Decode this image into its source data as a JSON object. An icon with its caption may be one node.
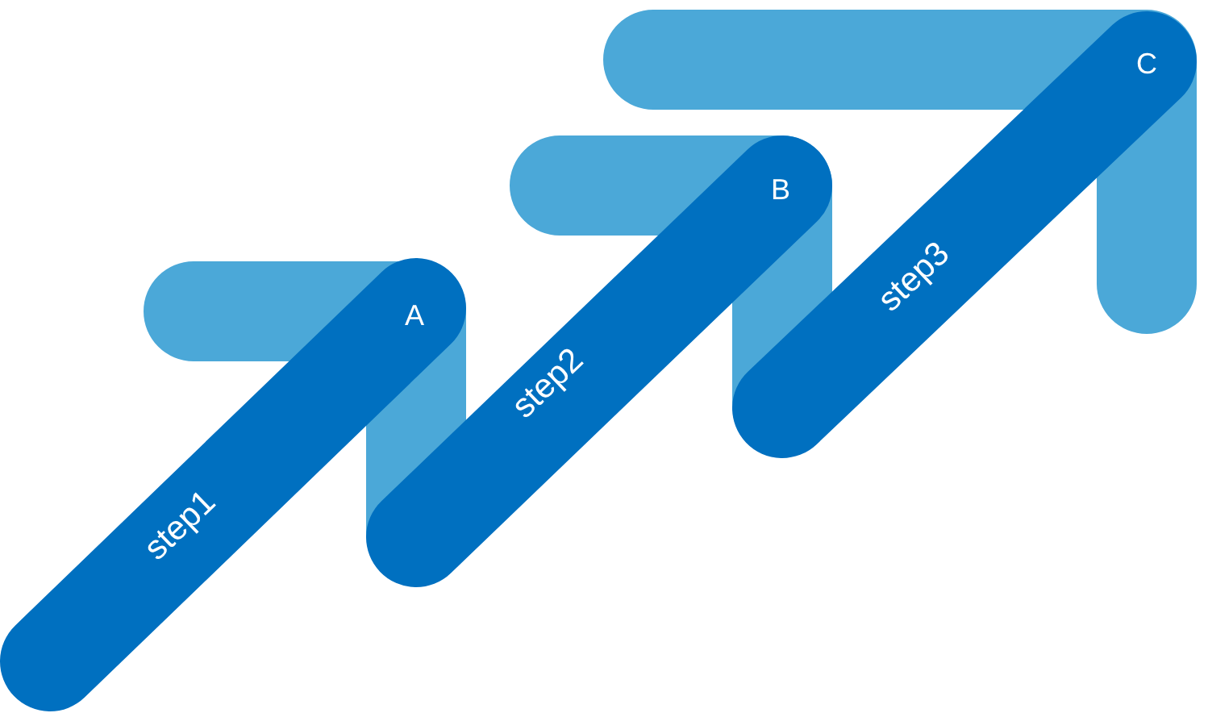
{
  "diagram": {
    "nodes": [
      {
        "text": [
          "step1"
        ]
      },
      {
        "text": [
          "step2"
        ]
      },
      {
        "text": [
          "step3"
        ]
      }
    ],
    "labels": [
      "A",
      "B",
      "C"
    ]
  }
}
